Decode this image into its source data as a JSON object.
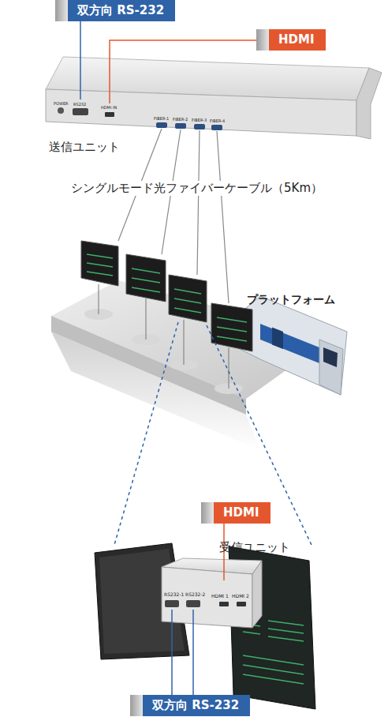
{
  "diagram": {
    "nodes": [
      {
        "text": [
          "双方向 RS-232"
        ]
      },
      {
        "text": [
          "HDMI"
        ]
      },
      {
        "text": [
          "HDMI"
        ]
      },
      {
        "text": [
          "双方向 RS-232"
        ]
      }
    ],
    "labels": [
      "送信ユニット",
      "シングルモード光ファイバーケーブル（5Km）",
      "プラットフォーム",
      "受信ユニット",
      "POWER",
      "RS232",
      "HDMI IN",
      "FIBER-1",
      "FIBER-2",
      "FIBER-3",
      "FIBER-4",
      "RS232-1",
      "RS232-2",
      "HDMI 1",
      "HDMI 2"
    ]
  }
}
